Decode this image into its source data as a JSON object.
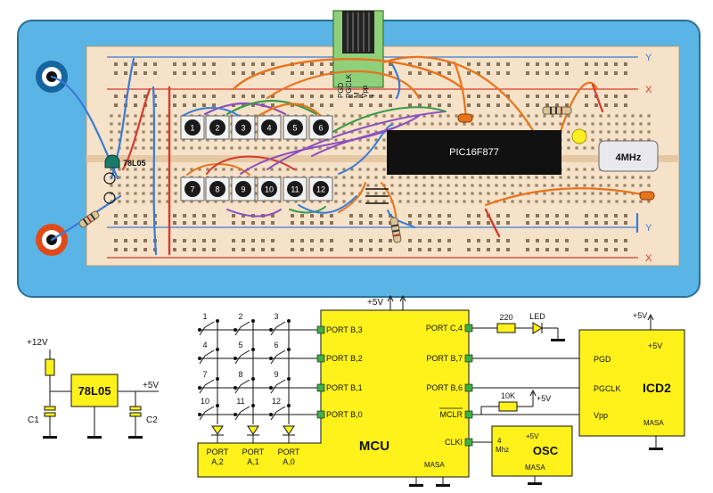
{
  "breadboard": {
    "rail_labels": [
      "Y",
      "X",
      "Y",
      "X"
    ],
    "chip_label": "PIC16F877",
    "regulator_label": "78L05",
    "crystal_label": "4MHz",
    "icd_pins": [
      "PGD",
      "PGCLK",
      "M",
      "Vpp",
      "+"
    ],
    "button_labels": [
      "1",
      "2",
      "3",
      "4",
      "5",
      "6",
      "7",
      "8",
      "9",
      "10",
      "11",
      "12"
    ],
    "colors": {
      "board": "#5ab4e6",
      "breadboard": "#f6e2c8",
      "pin_header": "#8fd07a",
      "chip": "#111111",
      "terminal_black": "#1565a0",
      "terminal_red": "#e04a1a",
      "wire_orange": "#e8731c",
      "wire_red": "#d63a2a",
      "wire_purple": "#8c4fc0",
      "wire_green": "#3a9a4a",
      "wire_blue": "#3a7bd5"
    }
  },
  "schematic": {
    "power": {
      "in_label": "+12V",
      "out_label": "+5V",
      "regulator": "78L05",
      "cap1": "C1",
      "cap2": "C2"
    },
    "keypad": {
      "keys": [
        "1",
        "2",
        "3",
        "4",
        "5",
        "6",
        "7",
        "8",
        "9",
        "10",
        "11",
        "12"
      ],
      "port_a_labels": [
        {
          "top": "PORT",
          "bottom": "A,2"
        },
        {
          "top": "PORT",
          "bottom": "A,1"
        },
        {
          "top": "PORT",
          "bottom": "A,0"
        }
      ]
    },
    "mcu": {
      "title": "MCU",
      "vcc": "+5V",
      "left_pins": [
        "PORT B,3",
        "PORT B,2",
        "PORT B,1",
        "PORT B,0"
      ],
      "right_pins": [
        "PORT C,4",
        "PORT B,7",
        "PORT B,6",
        "MCLR",
        "CLKI"
      ],
      "masa": "MASA"
    },
    "led": {
      "resistor": "220",
      "label": "LED"
    },
    "mclr": {
      "resistor": "10K",
      "vcc": "+5V"
    },
    "osc": {
      "title": "OSC",
      "freq_top": "4",
      "freq_bottom": "Mhz",
      "vcc": "+5V",
      "masa": "MASA"
    },
    "icd2": {
      "title": "ICD2",
      "vcc_outer": "+5V",
      "vcc_inner": "+5V",
      "pins": [
        "PGD",
        "PGCLK",
        "Vpp"
      ],
      "masa": "MASA"
    },
    "colors": {
      "block": "#fff21a",
      "pin": "#3cb043",
      "led": "#ffee00"
    }
  }
}
